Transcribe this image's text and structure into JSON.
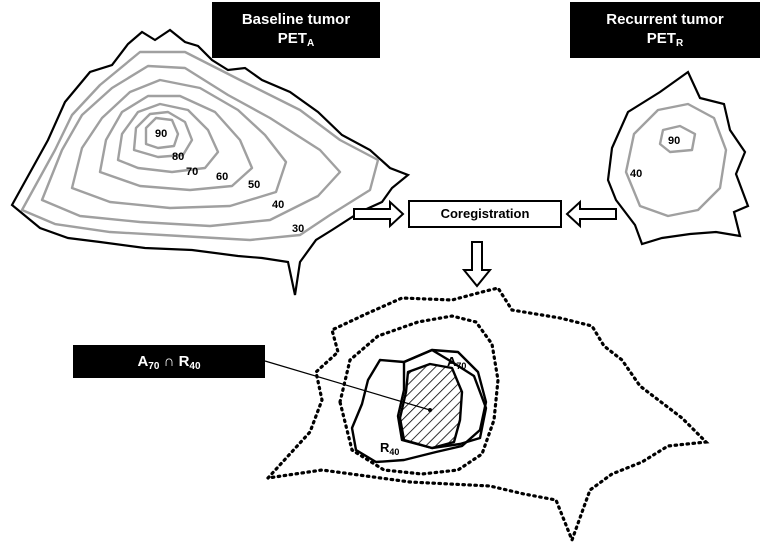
{
  "labels": {
    "baseline_line1": "Baseline  tumor",
    "baseline_line2": "PET",
    "baseline_sub": "A",
    "recurrent_line1": "Recurrent tumor",
    "recurrent_line2": "PET",
    "recurrent_sub": "R",
    "coregistration": "Coregistration",
    "intersect_a": "A",
    "intersect_a_sub": "70",
    "intersect_op": " ∩ ",
    "intersect_r": "R",
    "intersect_r_sub": "40"
  },
  "baseline_contours": [
    "90",
    "80",
    "70",
    "60",
    "50",
    "40",
    "30"
  ],
  "recurrent_contours": [
    "90",
    "40"
  ],
  "overlay": {
    "a_label": "A",
    "a_sub": "70",
    "r_label": "R",
    "r_sub": "40"
  },
  "colors": {
    "outline": "#000000",
    "contour": "#a0a0a0",
    "label_bg": "#000000",
    "label_text": "#ffffff"
  }
}
